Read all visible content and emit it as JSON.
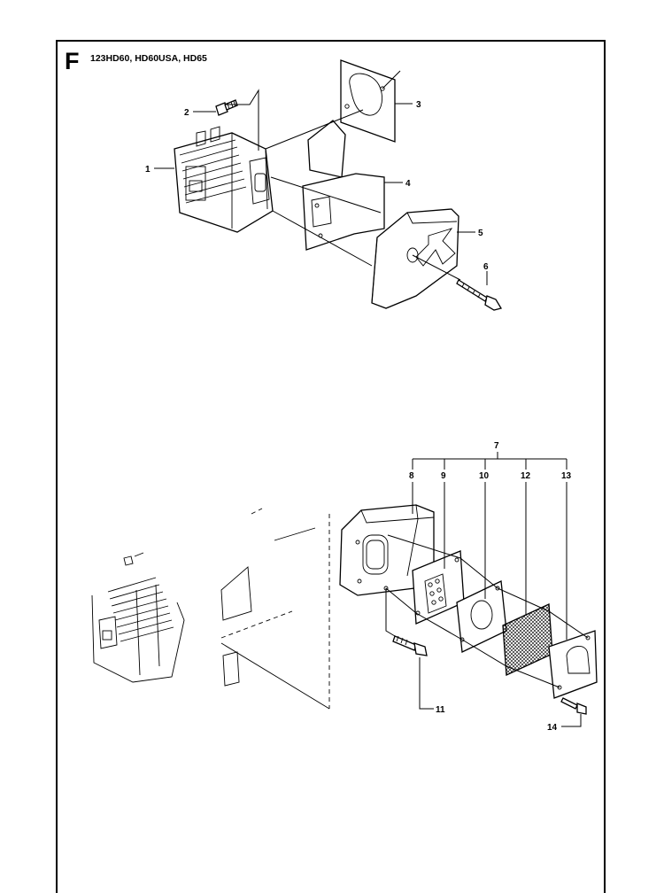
{
  "section": {
    "letter": "F",
    "models": "123HD60, HD60USA, HD65"
  },
  "callouts": [
    {
      "id": "1",
      "text": "1"
    },
    {
      "id": "2",
      "text": "2"
    },
    {
      "id": "3",
      "text": "3"
    },
    {
      "id": "4",
      "text": "4"
    },
    {
      "id": "5",
      "text": "5"
    },
    {
      "id": "6",
      "text": "6"
    },
    {
      "id": "7",
      "text": "7"
    },
    {
      "id": "8",
      "text": "8"
    },
    {
      "id": "9",
      "text": "9"
    },
    {
      "id": "10",
      "text": "10"
    },
    {
      "id": "11",
      "text": "11"
    },
    {
      "id": "12",
      "text": "12"
    },
    {
      "id": "13",
      "text": "13"
    },
    {
      "id": "14",
      "text": "14"
    }
  ]
}
